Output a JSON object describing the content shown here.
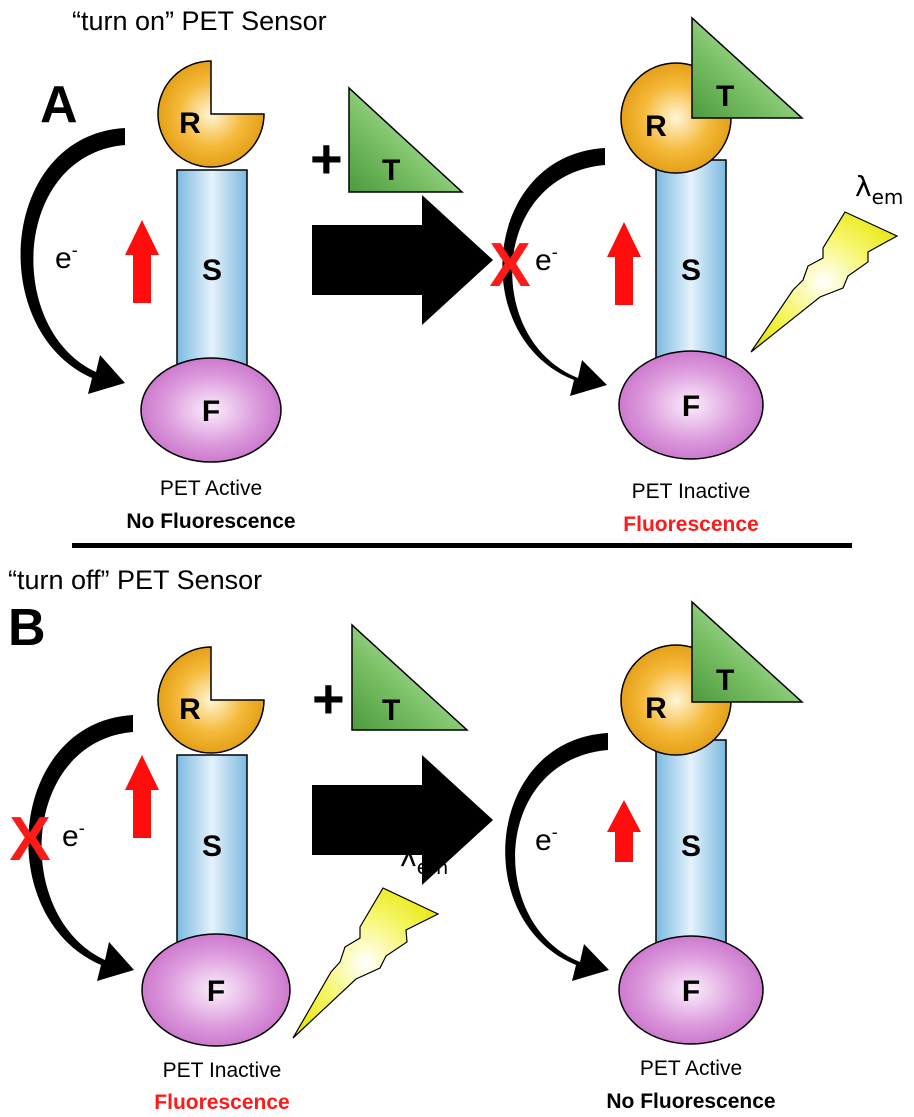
{
  "panel_a": {
    "title": "“turn on” PET Sensor",
    "letter": "A",
    "left": {
      "receptor": "R",
      "spacer": "S",
      "fluorophore": "F",
      "electron": "e",
      "electron_sup": "-",
      "state": "PET Active",
      "result": "No Fluorescence",
      "result_color": "#000000"
    },
    "target": "T",
    "plus": "+",
    "right": {
      "receptor": "R",
      "spacer": "S",
      "fluorophore": "F",
      "bound_target": "T",
      "electron": "e",
      "electron_sup": "-",
      "blocked_mark": "X",
      "emission": "λ",
      "emission_sub": "em",
      "state": "PET Inactive",
      "result": "Fluorescence",
      "result_color": "#ff1a1a"
    }
  },
  "panel_b": {
    "title": "“turn off” PET Sensor",
    "letter": "B",
    "left": {
      "receptor": "R",
      "spacer": "S",
      "fluorophore": "F",
      "electron": "e",
      "electron_sup": "-",
      "blocked_mark": "X",
      "emission": "λ",
      "emission_sub": "em",
      "state": "PET Inactive",
      "result": "Fluorescence",
      "result_color": "#ff1a1a"
    },
    "target": "T",
    "plus": "+",
    "right": {
      "receptor": "R",
      "spacer": "S",
      "fluorophore": "F",
      "bound_target": "T",
      "electron": "e",
      "electron_sup": "-",
      "state": "PET Active",
      "result": "No Fluorescence",
      "result_color": "#000000"
    }
  },
  "colors": {
    "receptor": "#f0a820",
    "spacer": "#8ec6e8",
    "fluorophore": "#d27fd2",
    "target": "#5cab4c",
    "lightning": "#f2f21a",
    "up_arrow": "#ff0d0d",
    "blocked_x": "#ff1a1a"
  }
}
